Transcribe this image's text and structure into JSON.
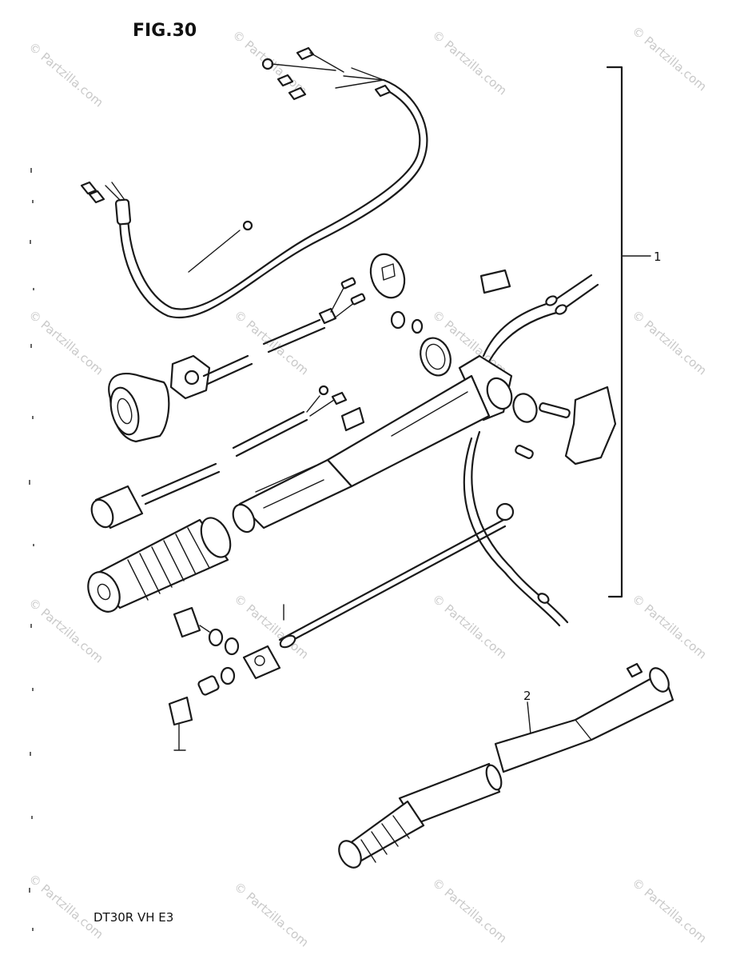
{
  "figure_label": "FIG.30",
  "model_code": "DT30R VH E3",
  "callouts": [
    {
      "id": "callout-1",
      "text": "1"
    },
    {
      "id": "callout-2",
      "text": "2"
    }
  ],
  "watermark": {
    "text": "© Partzilla.com",
    "color": "#c9c9c9"
  },
  "parts_shown": [
    "wiring-harness",
    "kill-switch",
    "tiller-handle-assembly",
    "throttle-grip",
    "throttle-cables",
    "throttle-rod",
    "friction-adjuster",
    "tiller-handle-assembly-2"
  ]
}
